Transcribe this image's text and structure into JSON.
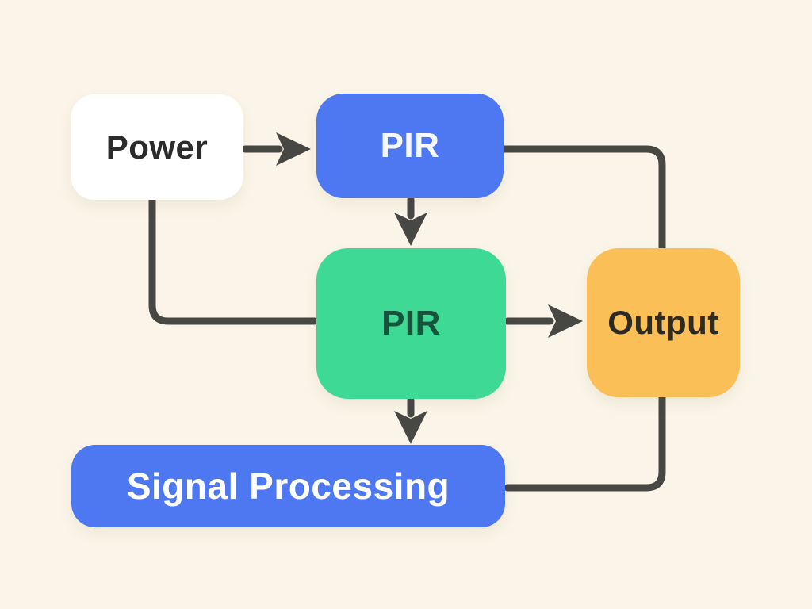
{
  "diagram": {
    "title": "PIR sensor block diagram",
    "background_color": "#faf5e8",
    "connector_color": "#474744",
    "nodes": {
      "power": {
        "label": "Power",
        "fill": "#ffffff",
        "text_color": "#2b2b2b"
      },
      "pir_top": {
        "label": "PIR",
        "fill": "#4d78f2",
        "text_color": "#f5f8ff"
      },
      "pir_mid": {
        "label": "PIR",
        "fill": "#3eda95",
        "text_color": "#15543a"
      },
      "output": {
        "label": "Output",
        "fill": "#fbbf58",
        "text_color": "#2e2a20"
      },
      "signal": {
        "label": "Signal Processing",
        "fill": "#4d78f2",
        "text_color": "#ffffff"
      }
    },
    "edges": [
      {
        "from": "power",
        "to": "pir_top",
        "type": "arrow",
        "description": "Power feeds top PIR"
      },
      {
        "from": "pir_top",
        "to": "pir_mid",
        "type": "arrow",
        "description": "Top PIR feeds middle PIR"
      },
      {
        "from": "power",
        "to": "pir_mid",
        "type": "elbow-line",
        "description": "Power feeds middle PIR from left"
      },
      {
        "from": "pir_mid",
        "to": "output",
        "type": "arrow",
        "description": "Middle PIR feeds Output"
      },
      {
        "from": "pir_mid",
        "to": "signal",
        "type": "arrow",
        "description": "Middle PIR feeds Signal Processing"
      },
      {
        "from": "pir_top",
        "to": "signal",
        "type": "elbow-line",
        "description": "Top PIR connects around right side, behind Output, to Signal Processing"
      }
    ]
  }
}
